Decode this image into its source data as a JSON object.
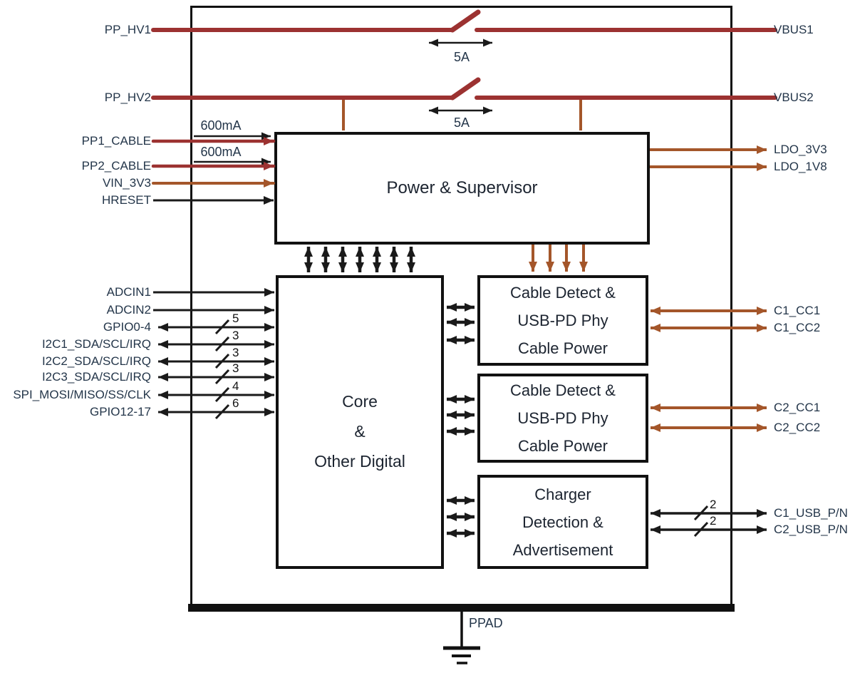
{
  "diagram_type": "chip-functional-block-diagram",
  "colors": {
    "power_rail": "#9c3231",
    "aux_rail": "#a4562a",
    "signal": "#1a1a1a",
    "label_text": "#24364a"
  },
  "blocks": {
    "power_supervisor": {
      "title": "Power & Supervisor"
    },
    "core": {
      "line1": "Core",
      "line2": "&",
      "line3": "Other Digital"
    },
    "cable_detect_1": {
      "line1": "Cable Detect &",
      "line2": "USB-PD Phy",
      "line3": "Cable Power"
    },
    "cable_detect_2": {
      "line1": "Cable Detect &",
      "line2": "USB-PD Phy",
      "line3": "Cable Power"
    },
    "charger": {
      "line1": "Charger",
      "line2": "Detection &",
      "line3": "Advertisement"
    }
  },
  "left_ports": [
    "PP_HV1",
    "PP_HV2",
    "PP1_CABLE",
    "PP2_CABLE",
    "VIN_3V3",
    "HRESET",
    "ADCIN1",
    "ADCIN2",
    "GPIO0-4",
    "I2C1_SDA/SCL/IRQ",
    "I2C2_SDA/SCL/IRQ",
    "I2C3_SDA/SCL/IRQ",
    "SPI_MOSI/MISO/SS/CLK",
    "GPIO12-17"
  ],
  "right_ports": [
    "VBUS1",
    "VBUS2",
    "LDO_3V3",
    "LDO_1V8",
    "C1_CC1",
    "C1_CC2",
    "C2_CC1",
    "C2_CC2",
    "C1_USB_P/N",
    "C2_USB_P/N"
  ],
  "annotations": {
    "switch_rating_1": "5A",
    "switch_rating_2": "5A",
    "cable_current_1": "600mA",
    "cable_current_2": "600mA",
    "bus_widths": [
      "5",
      "3",
      "3",
      "3",
      "4",
      "6"
    ],
    "usb_bus_widths": [
      "2",
      "2"
    ],
    "ground_pin": "PPAD"
  }
}
